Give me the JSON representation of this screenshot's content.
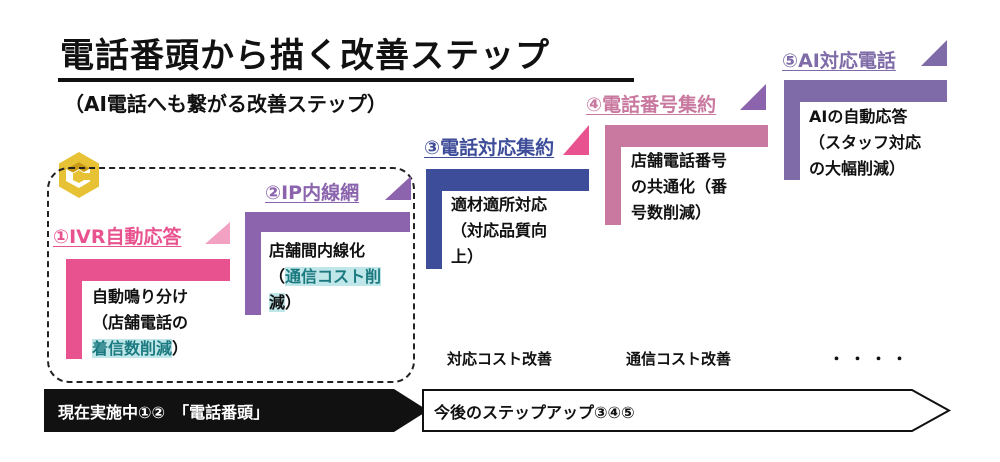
{
  "title": "電話番頭から描く改善ステップ",
  "subtitle": "（AI電話へも繋がる改善ステップ）",
  "steps": [
    {
      "label": "①IVR自動応答",
      "color": "#e8538f",
      "desc_lines": [
        "自動鳴り分け",
        "（店舗電話の"
      ],
      "desc_highlight": "着信数削減",
      "desc_tail": "）"
    },
    {
      "label": "②IP内線網",
      "color": "#8b64ad",
      "desc_lines": [
        "店舗間内線化"
      ],
      "desc_open": "（",
      "desc_highlight_a": "通信コスト削",
      "desc_highlight_b": "減",
      "desc_tail": "）"
    },
    {
      "label": "③電話対応集約",
      "color": "#3d4d99",
      "desc_lines": [
        "適材適所対応",
        "（対応品質向",
        "上）"
      ]
    },
    {
      "label": "④電話番号集約",
      "color": "#c9799f",
      "desc_lines": [
        "店舗電話番号",
        "の共通化（番",
        "号数削減）"
      ]
    },
    {
      "label": "⑤AI対応電話",
      "color": "#7e6ba8",
      "desc_lines": [
        "AIの自動応答",
        "（スタッフ対応",
        "の大幅削減）"
      ]
    }
  ],
  "cost_labels": [
    "対応コスト改善",
    "通信コスト改善",
    "・・・・"
  ],
  "arrow_current": "現在実施中①②　「電話番頭」",
  "arrow_future": "今後のステップアップ③④⑤",
  "colors": {
    "logo": "#e8c235",
    "highlight_bg": "#bfe6e8",
    "highlight_text": "#1b7a80"
  }
}
